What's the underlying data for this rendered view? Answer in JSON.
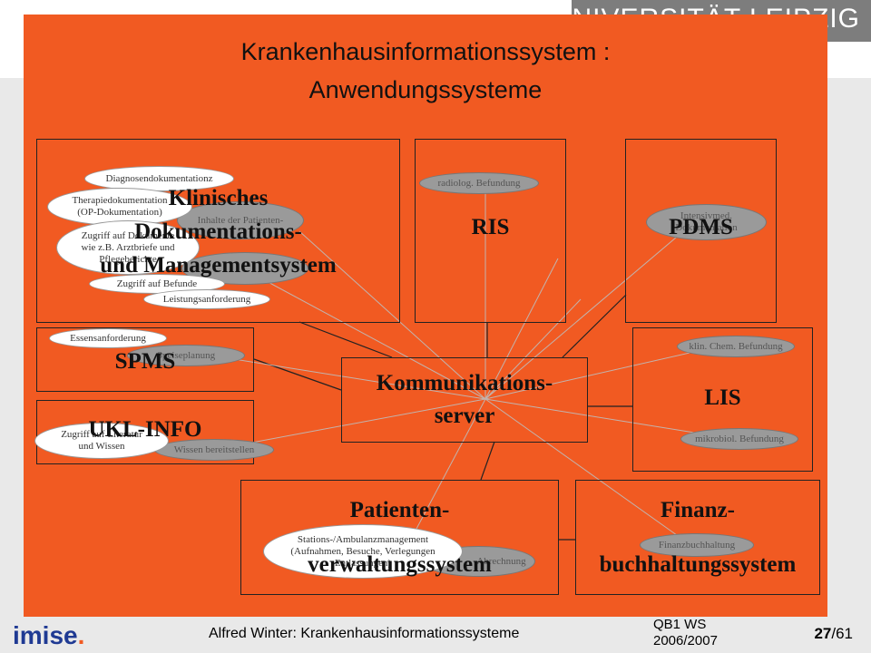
{
  "header": {
    "university": "UNIVERSITÄT LEIPZIG"
  },
  "title": {
    "line1": "Krankenhausinformationssystem :",
    "line2": "Anwendungssysteme"
  },
  "systems": {
    "kdms": {
      "line1": "Klinisches",
      "line2": "Dokumentations-",
      "line3": "und Managementsystem"
    },
    "ris": {
      "label": "RIS"
    },
    "pdms": {
      "label": "PDMS"
    },
    "spms": {
      "label": "SPMS"
    },
    "ukl": {
      "label": "UKL-INFO"
    },
    "lis": {
      "label": "LIS"
    },
    "kom": {
      "line1": "Kommunikations-",
      "line2": "server"
    },
    "pvs": {
      "line1": "Patienten-",
      "line2": "verwaltungssystem"
    },
    "fbs": {
      "line1": "Finanz-",
      "line2": "buchhaltungssystem"
    }
  },
  "functions": {
    "diagnose": "Diagnosendokumentationz",
    "therapie1": "Therapiedokumentation",
    "therapie2": "(OP-Dokumentation)",
    "inhalte": "Inhalte der Patienten-",
    "zugriff1": "Zugriff auf Dokumente",
    "zugriff2": "wie z.B. Arztbriefe und",
    "zugriff3": "Pflegeberichte",
    "befunde": "Zugriff auf Befunde",
    "leistung": "Leistungsanforderung",
    "radiolog": "radiolog. Befundung",
    "intensiv1": "Intensivmed.",
    "intensiv2": "Dokumentation",
    "essen": "Essensanforderung",
    "speiseplan": "Speiseplanung",
    "literatur1": "Zugriff auf Literatur",
    "literatur2": "und Wissen",
    "wissen": "Wissen bereitstellen",
    "klinchem": "klin. Chem. Befundung",
    "mikrobiol": "mikrobiol. Befundung",
    "stations1": "Stations-/Ambulanzmanagement",
    "stations2": "(Aufnahmen, Besuche, Verlegungen",
    "stations3": "Entlassungen)",
    "abrechnung": "Abrechnung",
    "finanzbuch": "Finanzbuchhaltung"
  },
  "footer": {
    "logo": "imise",
    "logo_dot": ".",
    "author": "Alfred Winter: Krankenhausinformationssysteme",
    "semester_line1": "QB1 WS",
    "semester_line2": "2006/2007",
    "page_current": "27",
    "page_total": "/61"
  },
  "colors": {
    "slide": "#f15a22",
    "logo": "#1f3a93",
    "header_band": "#7d7d7d"
  }
}
